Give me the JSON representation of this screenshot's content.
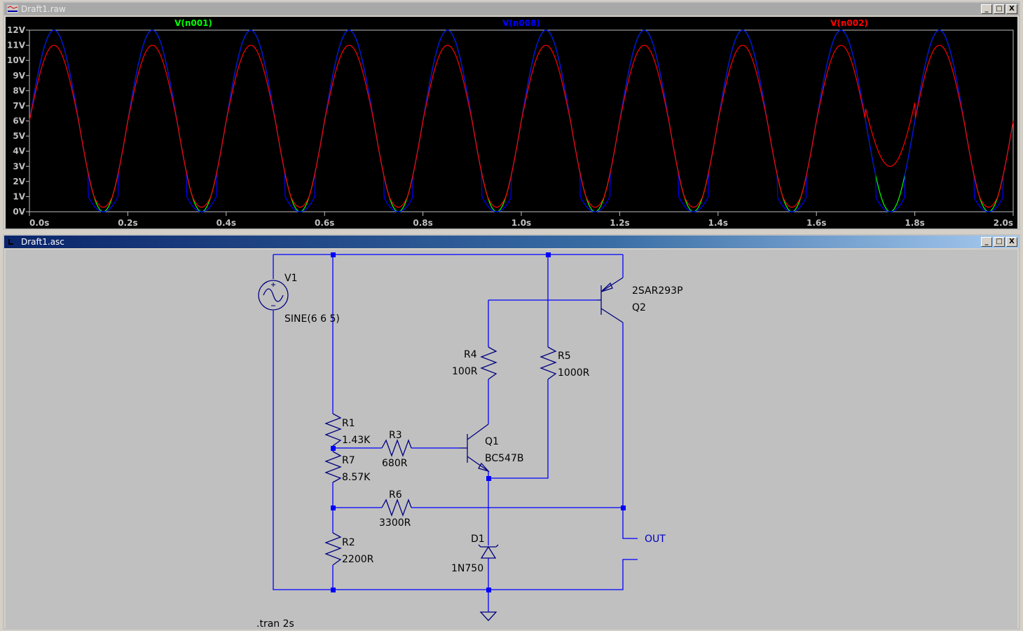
{
  "plot_window": {
    "title": "Draft1.raw",
    "buttons": {
      "minimize": "_",
      "maximize": "□",
      "close": "X"
    }
  },
  "schematic_window": {
    "title": "Draft1.asc",
    "buttons": {
      "minimize": "_",
      "maximize": "□",
      "close": "X"
    }
  },
  "chart_data": {
    "type": "line",
    "title": "",
    "xlabel": "",
    "ylabel": "",
    "xlim": [
      0,
      2.0
    ],
    "ylim": [
      0,
      12
    ],
    "x_ticks": [
      "0.0s",
      "0.2s",
      "0.4s",
      "0.6s",
      "0.8s",
      "1.0s",
      "1.2s",
      "1.4s",
      "1.6s",
      "1.8s",
      "2.0s"
    ],
    "y_ticks": [
      "0V",
      "1V",
      "2V",
      "3V",
      "4V",
      "5V",
      "6V",
      "7V",
      "8V",
      "9V",
      "10V",
      "11V",
      "12V"
    ],
    "grid": false,
    "legend": [
      {
        "name": "V(n001)",
        "color": "#00ff00",
        "placement": "top-left"
      },
      {
        "name": "V(n008)",
        "color": "#0000ff",
        "placement": "top-center"
      },
      {
        "name": "V(n002)",
        "color": "#ff0000",
        "placement": "top-right"
      }
    ],
    "series": [
      {
        "name": "V(n001)",
        "color": "#00ff00",
        "description": "sine 6V offset, 6V amplitude, 5Hz (0..12V)",
        "offset": 6,
        "amplitude": 6,
        "freq_hz": 5
      },
      {
        "name": "V(n008)",
        "color": "#0000ff",
        "description": "follows input, clipped near ~1V in troughs with shallow curve, peaks 12V",
        "peak": 12,
        "trough_clip": 1.0
      },
      {
        "name": "V(n002)",
        "color": "#ff0000",
        "description": "output ~1V below input at peaks (11V), tracks input in troughs; anomaly 1.7–1.8s with spikes ~6.8V and ~7.2V and minimum ~3V",
        "peak": 11,
        "anomaly": {
          "start_s": 1.7,
          "end_s": 1.8,
          "spike1_v": 6.8,
          "min_v": 3.0,
          "spike2_v": 7.2
        }
      }
    ]
  },
  "schematic": {
    "components": [
      {
        "ref": "V1",
        "value": "SINE(6 6 5)"
      },
      {
        "ref": "R1",
        "value": "1.43K"
      },
      {
        "ref": "R7",
        "value": "8.57K"
      },
      {
        "ref": "R2",
        "value": "2200R"
      },
      {
        "ref": "R3",
        "value": "680R"
      },
      {
        "ref": "R4",
        "value": "100R"
      },
      {
        "ref": "R5",
        "value": "1000R"
      },
      {
        "ref": "R6",
        "value": "3300R"
      },
      {
        "ref": "Q1",
        "value": "BC547B"
      },
      {
        "ref": "Q2",
        "value": "2SAR293P"
      },
      {
        "ref": "D1",
        "value": "1N750"
      }
    ],
    "net_label": "OUT",
    "directive": ".tran 2s",
    "wire_color": "#0000ff",
    "text_color": "#000000"
  }
}
